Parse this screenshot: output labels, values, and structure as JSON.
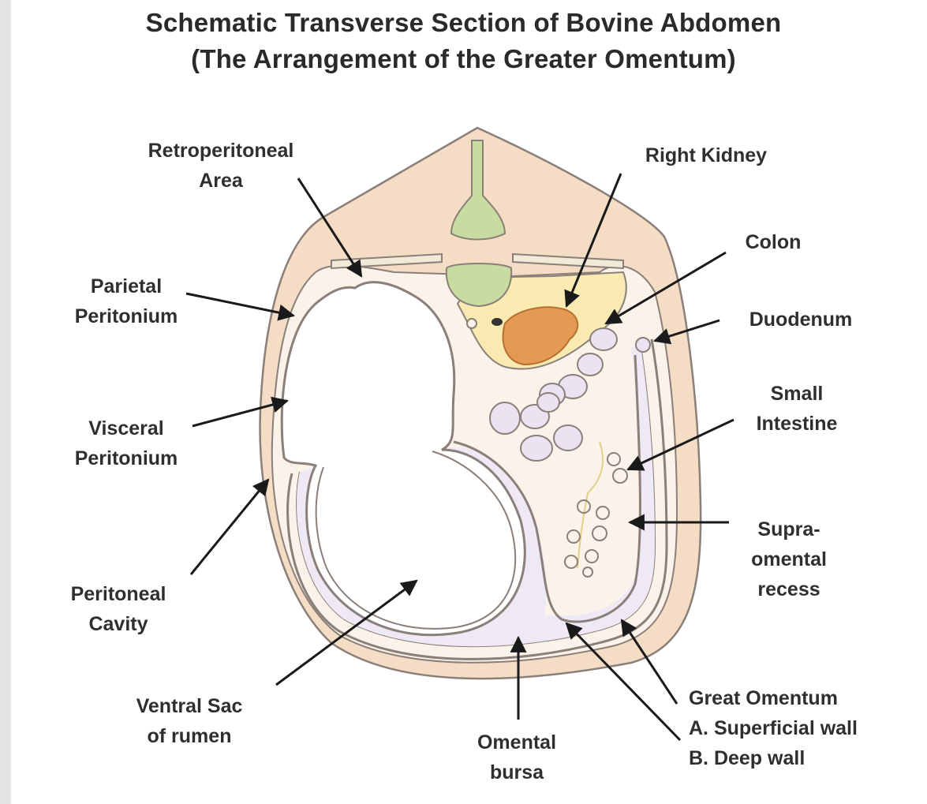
{
  "title": {
    "line1": "Schematic Transverse Section of Bovine Abdomen",
    "line2": "(The Arrangement of the Greater Omentum)"
  },
  "labels": {
    "retroperitoneal": [
      "Retroperitoneal",
      "Area"
    ],
    "right_kidney": [
      "Right Kidney"
    ],
    "colon": [
      "Colon"
    ],
    "parietal": [
      "Parietal",
      "Peritonium"
    ],
    "duodenum": [
      "Duodenum"
    ],
    "small_intestine": [
      "Small",
      "Intestine"
    ],
    "visceral": [
      "Visceral",
      "Peritonium"
    ],
    "supra_omental": [
      "Supra-",
      "omental",
      "recess"
    ],
    "peritoneal_cavity": [
      "Peritoneal",
      "Cavity"
    ],
    "ventral_sac": [
      "Ventral Sac",
      "of rumen"
    ],
    "omental_bursa": [
      "Omental",
      "bursa"
    ],
    "great_omentum": [
      "Great Omentum",
      "A. Superficial wall",
      "B. Deep wall"
    ]
  },
  "colors": {
    "body_wall": "#f5dcc4",
    "outline": "#8a7f79",
    "vertebra": "#c8dba0",
    "kidney": "#e39a55",
    "fat": "#f8eab0",
    "intestine": "#ebe2f2",
    "arrow": "#1a1a1a"
  }
}
